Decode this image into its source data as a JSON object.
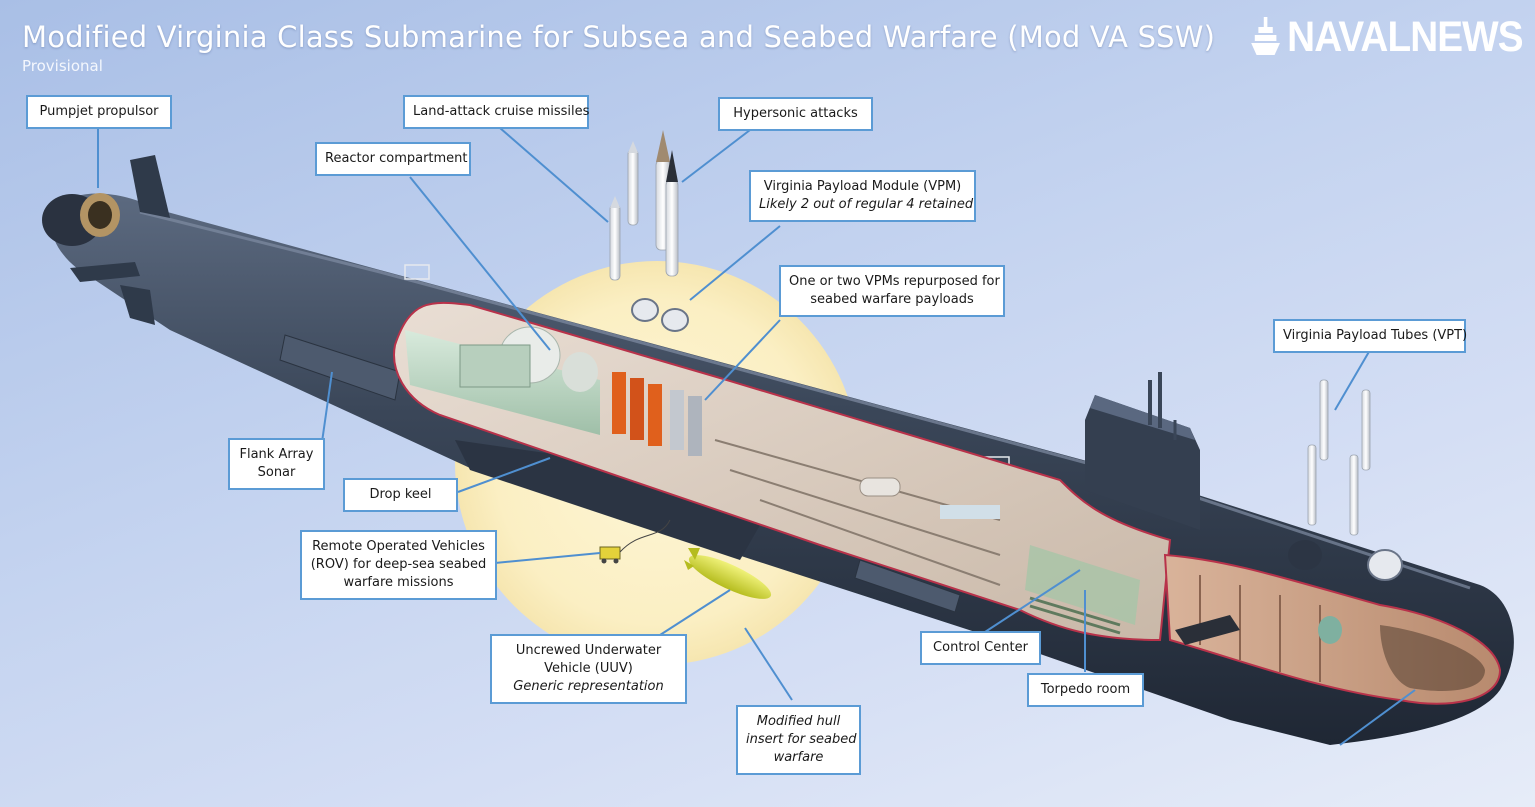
{
  "header": {
    "title": "Modified Virginia Class Submarine for Subsea and Seabed Warfare (Mod VA SSW)",
    "subtitle": "Provisional",
    "brand": "NAVALNEWS"
  },
  "labels": {
    "pumpjet": "Pumpjet propulsor",
    "land_attack": "Land-attack cruise missiles",
    "hypersonic": "Hypersonic attacks",
    "reactor": "Reactor compartment",
    "vpm_line1": "Virginia Payload Module (VPM)",
    "vpm_line2": "Likely 2 out of regular 4 retained",
    "vpm_repurposed_line1": "One or two VPMs repurposed for",
    "vpm_repurposed_line2": "seabed warfare payloads",
    "vpt": "Virginia Payload Tubes (VPT)",
    "flank_line1": "Flank Array",
    "flank_line2": "Sonar",
    "drop_keel": "Drop keel",
    "rov_line1": "Remote Operated Vehicles",
    "rov_line2": "(ROV) for deep-sea seabed",
    "rov_line3": "warfare missions",
    "uuv_line1": "Uncrewed Underwater",
    "uuv_line2": "Vehicle (UUV)",
    "uuv_line3": "Generic representation",
    "control_center": "Control Center",
    "torpedo_room": "Torpedo room",
    "hull_line1": "Modified hull",
    "hull_line2": "insert for seabed",
    "hull_line3": "warfare"
  },
  "colors": {
    "label_border": "#5b9bd5",
    "leader_line": "#4f8fd0",
    "hull": "#3a4658",
    "cutaway_outline": "#b8324a",
    "vpm_orange": "#e0601c",
    "uuv_yellow": "#d9e23a",
    "glow": "#fbefc3"
  }
}
